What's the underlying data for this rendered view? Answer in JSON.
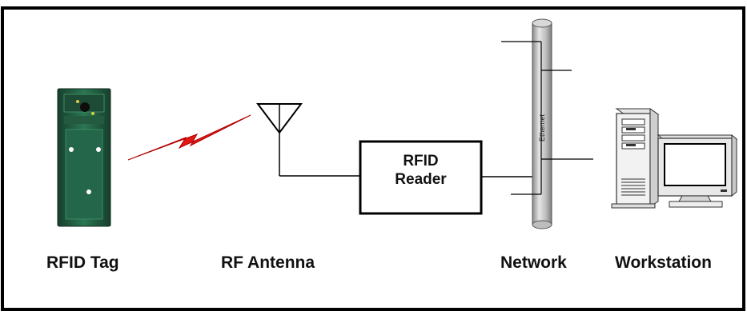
{
  "labels": {
    "rfid_tag": "RFID Tag",
    "rf_antenna": "RF Antenna",
    "network": "Network",
    "workstation": "Workstation"
  },
  "reader": {
    "line1": "RFID",
    "line2": "Reader"
  },
  "network_cable_label": "Ethernet",
  "colors": {
    "border": "#000000",
    "tag_green": "#1f5a40",
    "signal_red": "#e01818",
    "pipe_gray": "#b8b8b8"
  }
}
